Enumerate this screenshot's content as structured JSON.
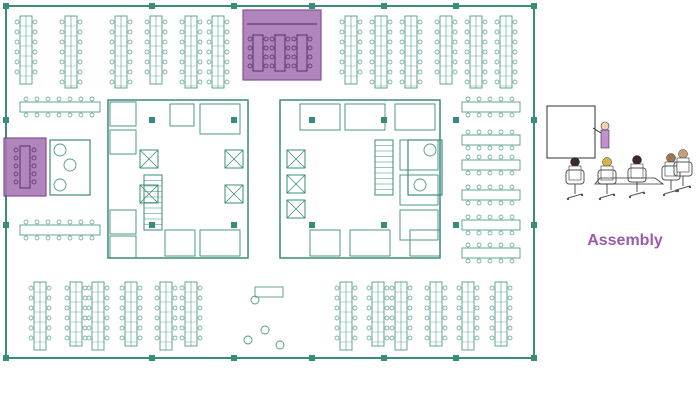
{
  "caption": {
    "text": "Assembly"
  },
  "colors": {
    "wall": "#3a8c7a",
    "furniture": "#4f9c8b",
    "highlight": "#a778b5",
    "highlight_stroke": "#7a3e8c",
    "caption": "#9a5cab",
    "board": "#ffffff",
    "presenter": "#c28fd0",
    "hair": "#3a2b25",
    "chair": "#555555"
  },
  "icons": {
    "plan": "office-floor-plan",
    "scene": "assembly-meeting-scene"
  }
}
